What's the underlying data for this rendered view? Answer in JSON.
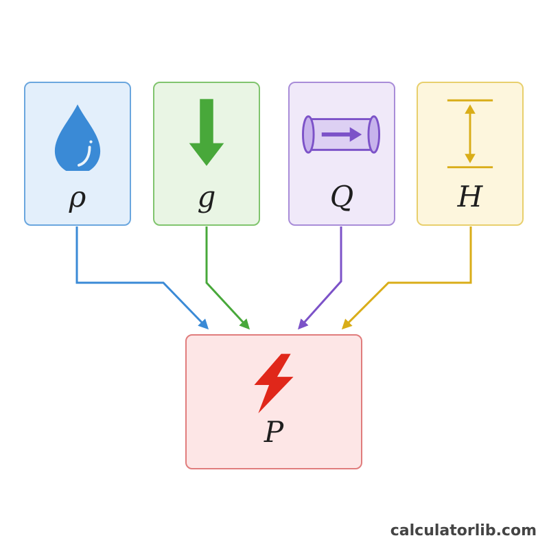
{
  "colors": {
    "density": "#3a8ad6",
    "gravity": "#48a83a",
    "flow": "#7c52c8",
    "head": "#d9ad18",
    "power": "#e0271a"
  },
  "inputs": [
    {
      "symbol": "ρ",
      "icon": "water-drop-icon"
    },
    {
      "symbol": "g",
      "icon": "down-arrow-icon"
    },
    {
      "symbol": "Q",
      "icon": "pipe-flow-icon"
    },
    {
      "symbol": "H",
      "icon": "height-marker-icon"
    }
  ],
  "output": {
    "symbol": "P",
    "icon": "lightning-bolt-icon"
  },
  "footer": {
    "watermark": "calculatorlib.com"
  }
}
